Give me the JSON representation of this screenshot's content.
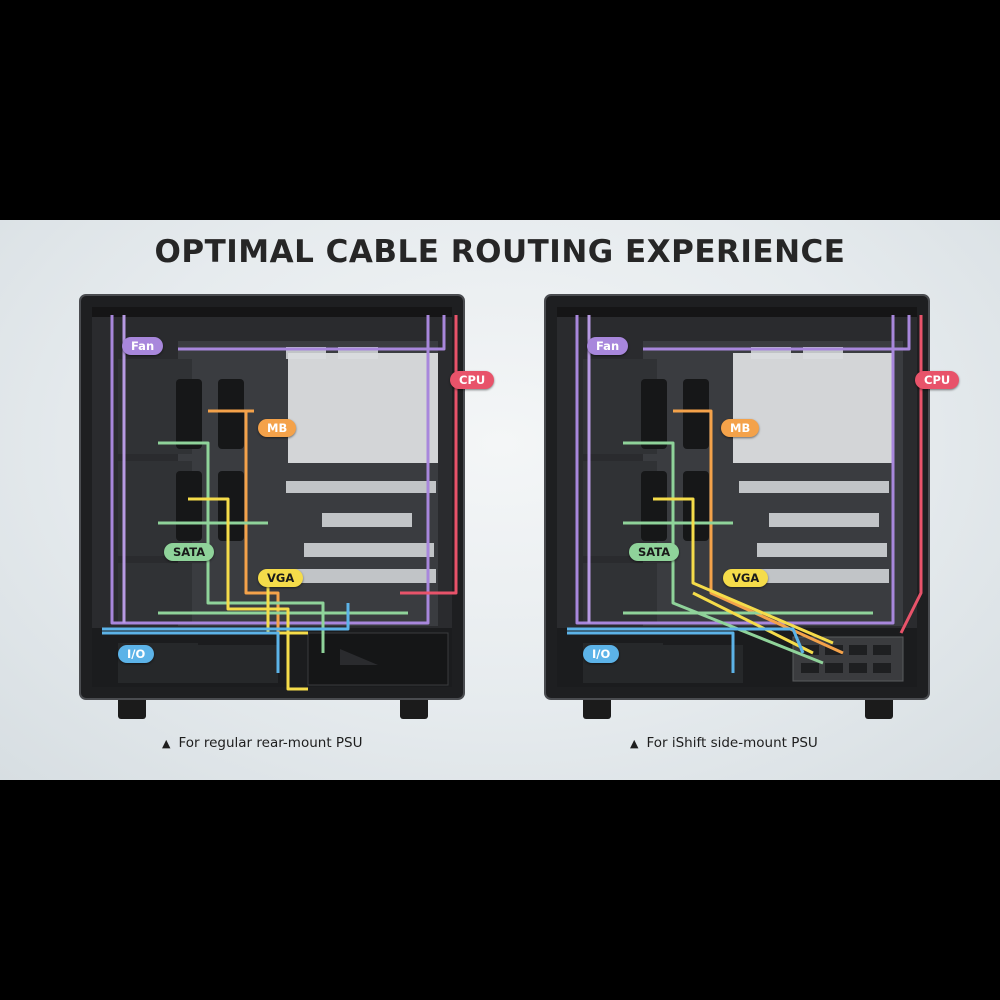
{
  "title": "OPTIMAL CABLE ROUTING EXPERIENCE",
  "labels": {
    "fan": "Fan",
    "cpu": "CPU",
    "mb": "MB",
    "sata": "SATA",
    "vga": "VGA",
    "io": "I/O"
  },
  "captions": {
    "left": "For regular rear-mount PSU",
    "right": "For iShift side-mount PSU",
    "marker": "▲"
  },
  "colors": {
    "fan": "#a887dc",
    "cpu": "#e8536a",
    "mb": "#f4a24a",
    "sata": "#8fd39a",
    "vga": "#f5dc4a",
    "io": "#5cb3e8"
  }
}
